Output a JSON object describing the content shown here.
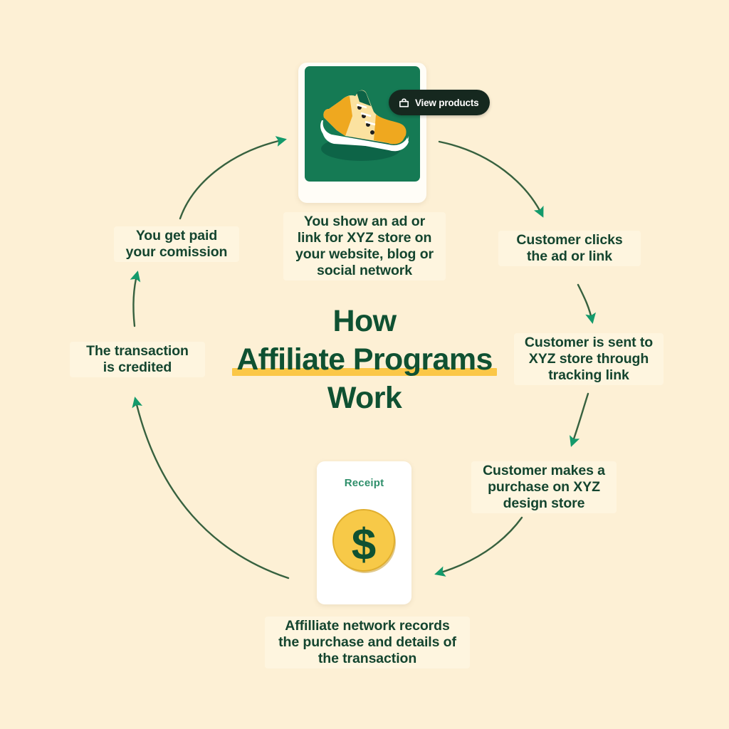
{
  "meta": {
    "background_color": "#fdf0d5",
    "primary_green": "#14452f",
    "accent_green": "#157a54",
    "arrow_green": "#2f6b45",
    "arrowhead_green": "#139a6b",
    "highlight_yellow": "#fbc747",
    "coin_yellow": "#f7c948",
    "dark_pill": "#16281f"
  },
  "title": {
    "line1": "How",
    "line2": "Affiliate Programs",
    "line3": "Work"
  },
  "product_card": {
    "button_label": "View products",
    "button_icon": "shopping-bag-icon",
    "product_icon": "sneaker-illustration"
  },
  "receipt_card": {
    "title": "Receipt",
    "coin_icon": "dollar-coin-icon",
    "coin_symbol": "$"
  },
  "steps": [
    {
      "id": "show-ad",
      "text": "You show an ad or\nlink for XYZ store on\nyour website, blog or\nsocial network"
    },
    {
      "id": "customer-clicks",
      "text": "Customer clicks\nthe ad or link"
    },
    {
      "id": "sent-to-store",
      "text": "Customer is sent to\nXYZ store through\ntracking link"
    },
    {
      "id": "makes-purchase",
      "text": "Customer makes a\npurchase on XYZ\ndesign store"
    },
    {
      "id": "network-records",
      "text": "Affilliate network records\nthe purchase and details of\nthe transaction"
    },
    {
      "id": "transaction-credited",
      "text": "The transaction\nis credited"
    },
    {
      "id": "get-paid",
      "text": "You get paid\nyour comission"
    }
  ],
  "flow": {
    "type": "cycle",
    "direction": "clockwise",
    "arrow_count": 7
  }
}
